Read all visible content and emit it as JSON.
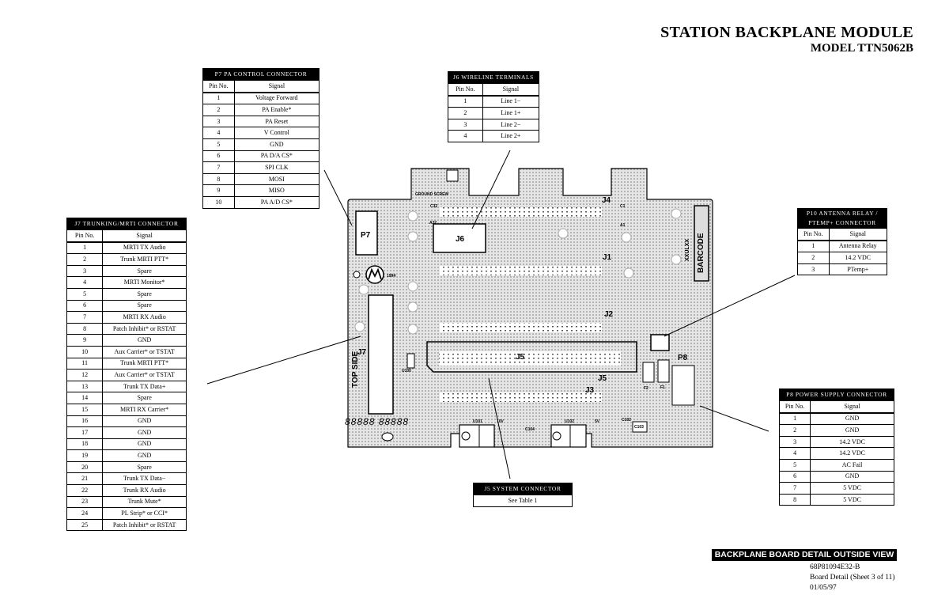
{
  "header": {
    "title": "STATION BACKPLANE MODULE",
    "model": "MODEL TTN5062B"
  },
  "tables": {
    "p7": {
      "title": "P7 PA CONTROL CONNECTOR",
      "col_pin": "Pin No.",
      "col_signal": "Signal",
      "rows": [
        [
          "1",
          "Voltage Forward"
        ],
        [
          "2",
          "PA Enable*"
        ],
        [
          "3",
          "PA Reset"
        ],
        [
          "4",
          "V Control"
        ],
        [
          "5",
          "GND"
        ],
        [
          "6",
          "PA D/A CS*"
        ],
        [
          "7",
          "SPI CLK"
        ],
        [
          "8",
          "MOSI"
        ],
        [
          "9",
          "MISO"
        ],
        [
          "10",
          "PA A/D CS*"
        ]
      ]
    },
    "j6": {
      "title": "J6 WIRELINE TERMINALS",
      "col_pin": "Pin No.",
      "col_signal": "Signal",
      "rows": [
        [
          "1",
          "Line 1−"
        ],
        [
          "2",
          "Line 1+"
        ],
        [
          "3",
          "Line 2−"
        ],
        [
          "4",
          "Line 2+"
        ]
      ]
    },
    "j7": {
      "title": "J7 TRUNKING/MRTI CONNECTOR",
      "col_pin": "Pin No.",
      "col_signal": "Signal",
      "rows": [
        [
          "1",
          "MRTI TX Audio"
        ],
        [
          "2",
          "Trunk MRTI PTT*"
        ],
        [
          "3",
          "Spare"
        ],
        [
          "4",
          "MRTI Monitor*"
        ],
        [
          "5",
          "Spare"
        ],
        [
          "6",
          "Spare"
        ],
        [
          "7",
          "MRTI RX Audio"
        ],
        [
          "8",
          "Patch Inhibit* or RSTAT"
        ],
        [
          "9",
          "GND"
        ],
        [
          "10",
          "Aux Carrier* or TSTAT"
        ],
        [
          "11",
          "Trunk MRTI PTT*"
        ],
        [
          "12",
          "Aux Carrier* or TSTAT"
        ],
        [
          "13",
          "Trunk TX Data+"
        ],
        [
          "14",
          "Spare"
        ],
        [
          "15",
          "MRTI RX Carrier*"
        ],
        [
          "16",
          "GND"
        ],
        [
          "17",
          "GND"
        ],
        [
          "18",
          "GND"
        ],
        [
          "19",
          "GND"
        ],
        [
          "20",
          "Spare"
        ],
        [
          "21",
          "Trunk TX Data−"
        ],
        [
          "22",
          "Trunk RX Audio"
        ],
        [
          "23",
          "Trunk Mute*"
        ],
        [
          "24",
          "PL Strip* or CCI*"
        ],
        [
          "25",
          "Patch Inhibit* or RSTAT"
        ]
      ]
    },
    "p10": {
      "title": "P10 ANTENNA RELAY / PTEMP+ CONNECTOR",
      "col_pin": "Pin No.",
      "col_signal": "Signal",
      "rows": [
        [
          "1",
          "Antenna Relay"
        ],
        [
          "2",
          "14.2 VDC"
        ],
        [
          "3",
          "PTemp+"
        ]
      ]
    },
    "p8": {
      "title": "P8 POWER SUPPLY CONNECTOR",
      "col_pin": "Pin No.",
      "col_signal": "Signal",
      "rows": [
        [
          "1",
          "GND"
        ],
        [
          "2",
          "GND"
        ],
        [
          "3",
          "14.2 VDC"
        ],
        [
          "4",
          "14.2 VDC"
        ],
        [
          "5",
          "AC Fail"
        ],
        [
          "6",
          "GND"
        ],
        [
          "7",
          "5 VDC"
        ],
        [
          "8",
          "5 VDC"
        ]
      ]
    },
    "j5": {
      "title": "J5 SYSTEM CONNECTOR",
      "note": "See Table 1"
    }
  },
  "board": {
    "labels": {
      "ground_screw": "GROUND SCREW",
      "j4": "J4",
      "j1": "J1",
      "j2": "J2",
      "j3": "J3",
      "j5": "J5",
      "j5b": "J5",
      "j6": "J6",
      "j7": "J7",
      "p7": "P7",
      "p8": "P8",
      "top_side": "TOP SIDE",
      "barcode": "BARCODE",
      "xxulxx": "XXULXX",
      "year": "1994",
      "u101": "U101",
      "u102": "U102",
      "u100": "U100",
      "v10": "10V",
      "v5": "5V",
      "c104": "C104",
      "c103": "C103",
      "c102": "C102",
      "f1": "F1",
      "f2": "F2",
      "c32": "C32",
      "a32": "A32",
      "c1": "C1",
      "a1": "A1",
      "digits": "88888 88888"
    }
  },
  "footer": {
    "bar": "BACKPLANE BOARD DETAIL OUTSIDE VIEW",
    "doc_number": "68P81094E32-B",
    "sheet": "Board Detail (Sheet 3 of 11)",
    "date": "01/05/97"
  }
}
